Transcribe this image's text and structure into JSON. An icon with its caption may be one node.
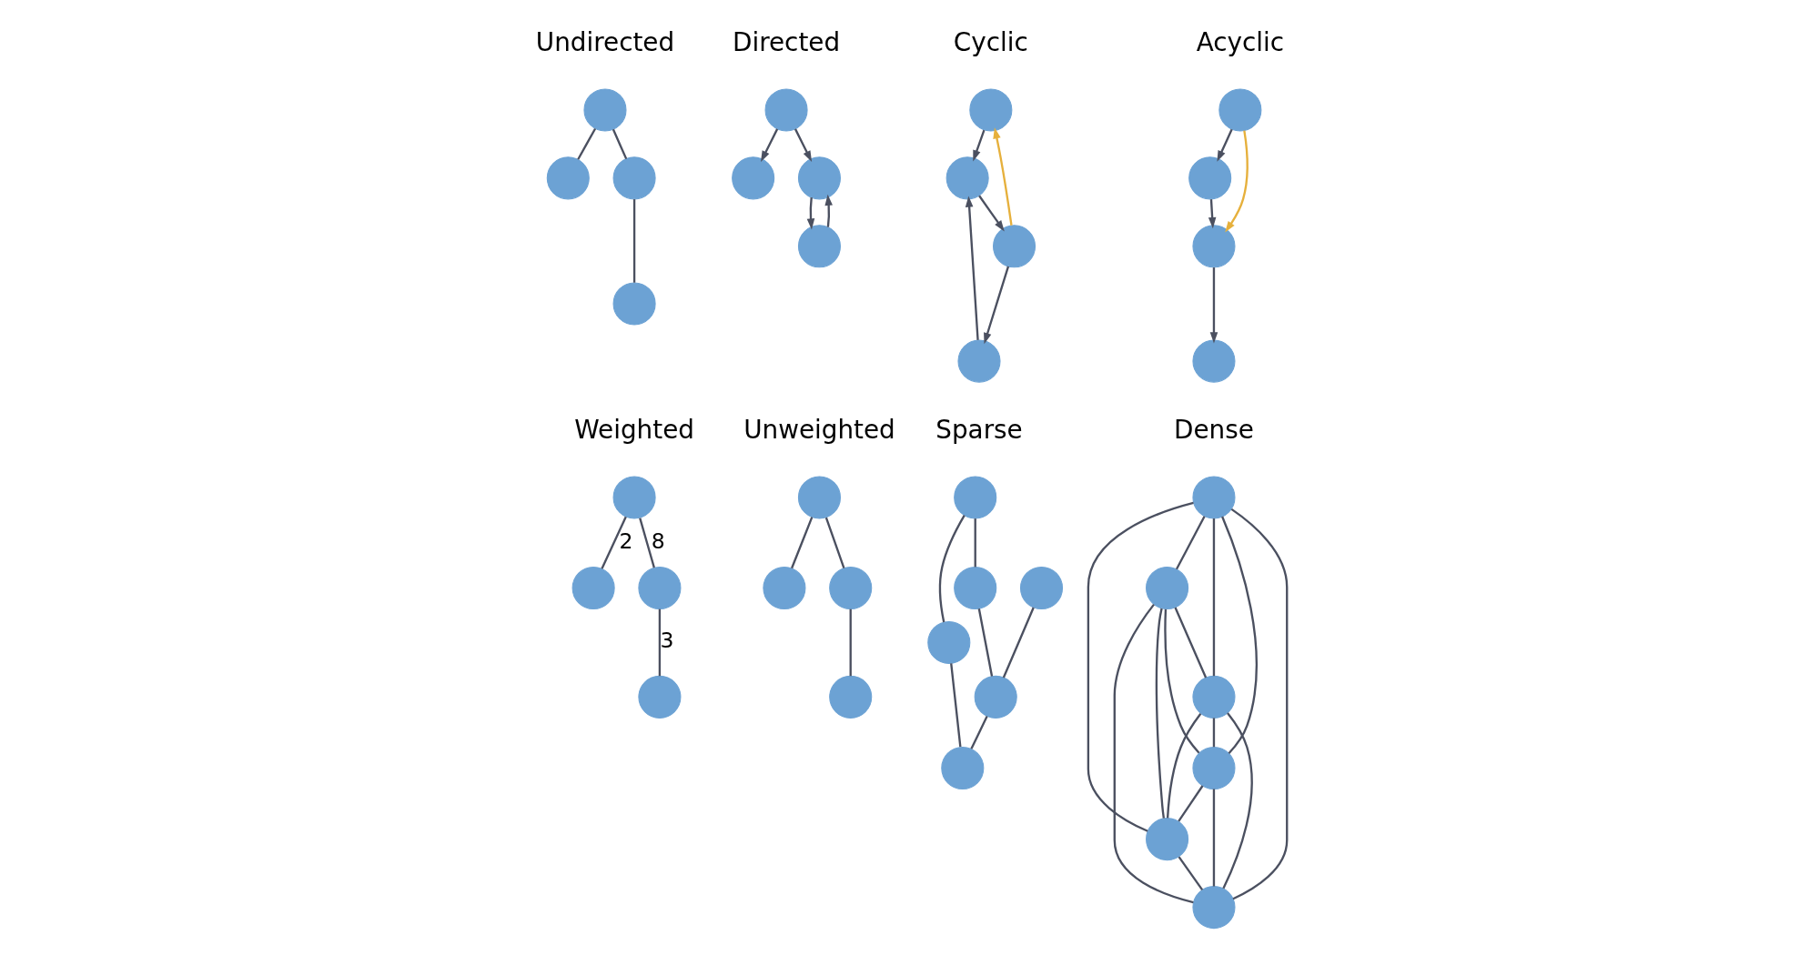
{
  "diagram": {
    "nodes": [
      {
        "text": [],
        "shape": "circle"
      },
      {
        "text": [],
        "shape": "circle"
      },
      {
        "text": [],
        "shape": "circle"
      },
      {
        "text": [],
        "shape": "circle"
      },
      {
        "text": [],
        "shape": "circle"
      },
      {
        "text": [],
        "shape": "circle"
      },
      {
        "text": [],
        "shape": "circle"
      },
      {
        "text": [],
        "shape": "circle"
      },
      {
        "text": [],
        "shape": "circle"
      },
      {
        "text": [],
        "shape": "circle"
      },
      {
        "text": [],
        "shape": "circle"
      },
      {
        "text": [],
        "shape": "circle"
      },
      {
        "text": [],
        "shape": "circle"
      },
      {
        "text": [],
        "shape": "circle"
      },
      {
        "text": [],
        "shape": "circle"
      },
      {
        "text": [],
        "shape": "circle"
      },
      {
        "text": [],
        "shape": "circle"
      },
      {
        "text": [],
        "shape": "circle"
      },
      {
        "text": [],
        "shape": "circle"
      },
      {
        "text": [],
        "shape": "circle"
      },
      {
        "text": [],
        "shape": "circle"
      },
      {
        "text": [],
        "shape": "circle"
      },
      {
        "text": [],
        "shape": "circle"
      },
      {
        "text": [],
        "shape": "circle"
      },
      {
        "text": [],
        "shape": "circle"
      },
      {
        "text": [],
        "shape": "circle"
      },
      {
        "text": [],
        "shape": "circle"
      },
      {
        "text": [],
        "shape": "circle"
      },
      {
        "text": [],
        "shape": "circle"
      },
      {
        "text": [],
        "shape": "circle"
      },
      {
        "text": [],
        "shape": "circle"
      },
      {
        "text": [],
        "shape": "circle"
      },
      {
        "text": [],
        "shape": "circle"
      },
      {
        "text": [],
        "shape": "circle"
      },
      {
        "text": [],
        "shape": "circle"
      },
      {
        "text": [],
        "shape": "circle"
      }
    ],
    "edges": [
      {
        "from": 0,
        "to": 1,
        "arrow": "none"
      },
      {
        "from": 0,
        "to": 2,
        "arrow": "none"
      },
      {
        "from": 2,
        "to": 3,
        "arrow": "none"
      },
      {
        "from": 4,
        "to": 5,
        "arrow": "to"
      },
      {
        "from": 4,
        "to": 6,
        "arrow": "to"
      },
      {
        "from": 7,
        "to": 6,
        "arrow": "to"
      },
      {
        "from": 6,
        "to": 7,
        "arrow": "to"
      },
      {
        "from": 8,
        "to": 9,
        "arrow": "to"
      },
      {
        "from": 9,
        "to": 10,
        "arrow": "to"
      },
      {
        "from": 10,
        "to": 8,
        "arrow": "to",
        "color": "#e6b03c"
      },
      {
        "from": 10,
        "to": 11,
        "arrow": "to"
      },
      {
        "from": 11,
        "to": 9,
        "arrow": "to"
      },
      {
        "from": 12,
        "to": 13,
        "arrow": "to"
      },
      {
        "from": 12,
        "to": 14,
        "arrow": "to",
        "color": "#e6b03c"
      },
      {
        "from": 13,
        "to": 14,
        "arrow": "to"
      },
      {
        "from": 14,
        "to": 15,
        "arrow": "to"
      },
      {
        "from": 16,
        "to": 17,
        "arrow": "none",
        "label": "2"
      },
      {
        "from": 16,
        "to": 18,
        "arrow": "none",
        "label": "8"
      },
      {
        "from": 18,
        "to": 19,
        "arrow": "none",
        "label": "3"
      },
      {
        "from": 20,
        "to": 21,
        "arrow": "none"
      },
      {
        "from": 20,
        "to": 22,
        "arrow": "none"
      },
      {
        "from": 22,
        "to": 23,
        "arrow": "none"
      },
      {
        "from": 24,
        "to": 25,
        "arrow": "none"
      },
      {
        "from": 24,
        "to": 26,
        "arrow": "none"
      },
      {
        "from": 25,
        "to": 28,
        "arrow": "none"
      },
      {
        "from": 27,
        "to": 28,
        "arrow": "none"
      },
      {
        "from": 26,
        "to": 29,
        "arrow": "none"
      },
      {
        "from": 28,
        "to": 29,
        "arrow": "none"
      },
      {
        "from": 30,
        "to": 31,
        "arrow": "none"
      },
      {
        "from": 30,
        "to": 32,
        "arrow": "none"
      },
      {
        "from": 30,
        "to": 33,
        "arrow": "none"
      },
      {
        "from": 30,
        "to": 34,
        "arrow": "none"
      },
      {
        "from": 30,
        "to": 35,
        "arrow": "none"
      },
      {
        "from": 31,
        "to": 32,
        "arrow": "none"
      },
      {
        "from": 31,
        "to": 33,
        "arrow": "none"
      },
      {
        "from": 31,
        "to": 34,
        "arrow": "none"
      },
      {
        "from": 31,
        "to": 35,
        "arrow": "none"
      },
      {
        "from": 32,
        "to": 33,
        "arrow": "none"
      },
      {
        "from": 32,
        "to": 34,
        "arrow": "none"
      },
      {
        "from": 32,
        "to": 35,
        "arrow": "none"
      },
      {
        "from": 33,
        "to": 34,
        "arrow": "none"
      },
      {
        "from": 33,
        "to": 35,
        "arrow": "none"
      },
      {
        "from": 34,
        "to": 35,
        "arrow": "none"
      }
    ],
    "labels": [
      "Undirected",
      "Directed",
      "Cyclic",
      "Acyclic",
      "Weighted",
      "Unweighted",
      "Sparse",
      "Dense"
    ]
  }
}
